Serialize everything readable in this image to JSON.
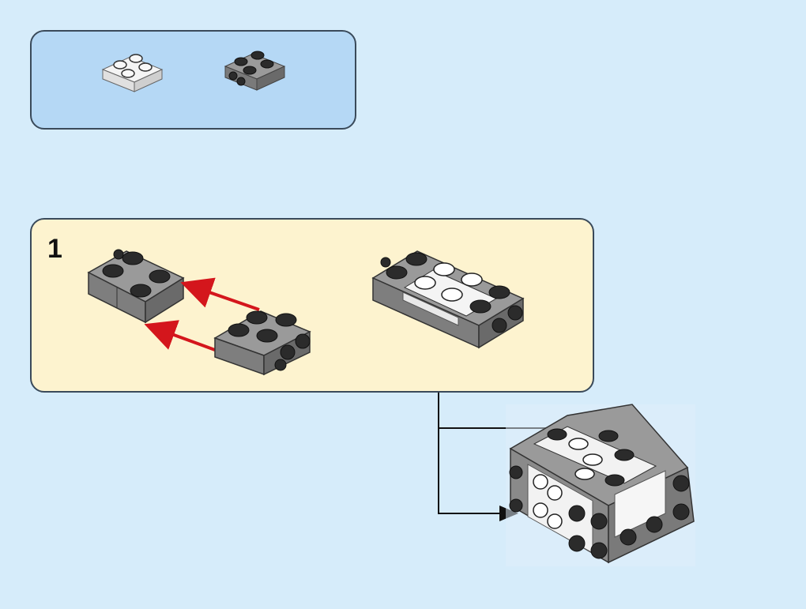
{
  "step": {
    "number": "1"
  },
  "colors": {
    "background": "#d6ecfa",
    "parts_panel": "#b5d8f5",
    "step_panel": "#fdf3cf",
    "outline": "#3a4a5a",
    "gray_brick": "#8a8a8a",
    "white_brick": "#f4f4f4",
    "stud_dark": "#2b2b2b",
    "arrow_red": "#d4161c",
    "arrow_black": "#111111"
  },
  "parts": [
    {
      "name": "white-plate-2x2",
      "color": "white"
    },
    {
      "name": "gray-plate-2x2-with-side-studs",
      "color": "dark-gray"
    }
  ]
}
